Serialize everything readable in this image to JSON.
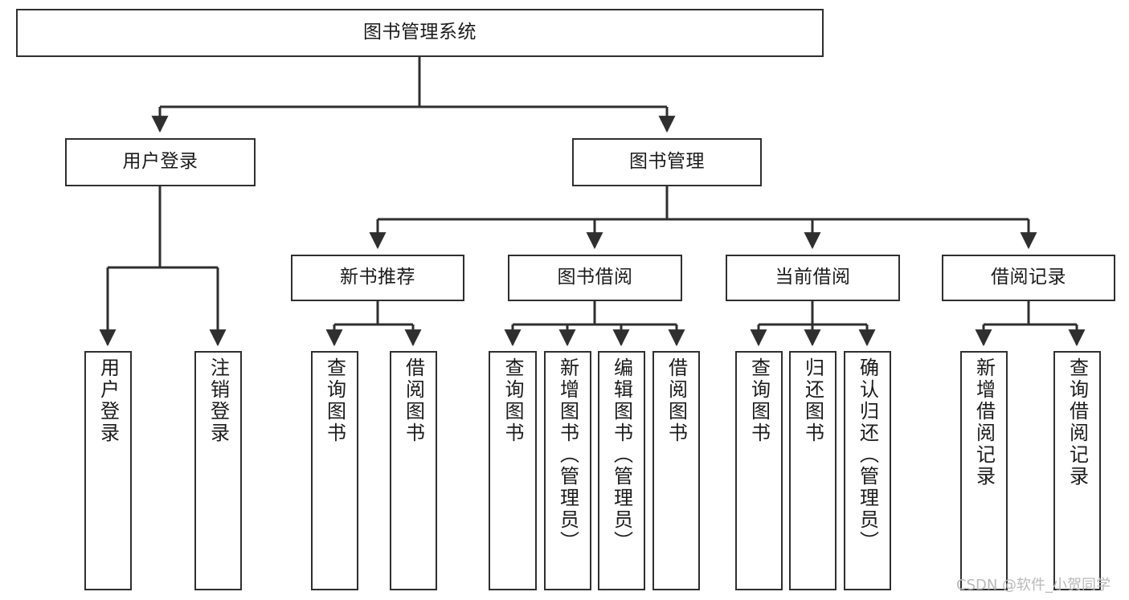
{
  "diagram": {
    "type": "tree",
    "title": "图书管理系统",
    "watermark": "CSDN @软件_小贺同学",
    "colors": {
      "border": "#2f2f2f",
      "background": "#ffffff",
      "text": "#1b1b1b",
      "watermark": "#b9b9b9"
    },
    "nodes": {
      "root": {
        "label": "图书管理系统",
        "level": 1
      },
      "user_login": {
        "label": "用户登录",
        "level": 2
      },
      "book_manage": {
        "label": "图书管理",
        "level": 2
      },
      "new_book_rec": {
        "label": "新书推荐",
        "level": 3
      },
      "book_borrow": {
        "label": "图书借阅",
        "level": 3
      },
      "current_borrow": {
        "label": "当前借阅",
        "level": 3
      },
      "borrow_record": {
        "label": "借阅记录",
        "level": 3
      },
      "leaf_user_login": {
        "label": "用户登录",
        "level": 4
      },
      "leaf_logout": {
        "label": "注销登录",
        "level": 4
      },
      "leaf_query_book_1": {
        "label": "查询图书",
        "level": 4
      },
      "leaf_borrow_book_1": {
        "label": "借阅图书",
        "level": 4
      },
      "leaf_query_book_2": {
        "label": "查询图书",
        "level": 4
      },
      "leaf_add_book": {
        "label": "新增图书（管理员）",
        "level": 4
      },
      "leaf_edit_book": {
        "label": "编辑图书（管理员）",
        "level": 4
      },
      "leaf_borrow_book_2": {
        "label": "借阅图书",
        "level": 4
      },
      "leaf_query_book_3": {
        "label": "查询图书",
        "level": 4
      },
      "leaf_return_book": {
        "label": "归还图书",
        "level": 4
      },
      "leaf_confirm_return": {
        "label": "确认归还（管理员）",
        "level": 4
      },
      "leaf_add_record": {
        "label": "新增借阅记录",
        "level": 4
      },
      "leaf_query_record": {
        "label": "查询借阅记录",
        "level": 4
      }
    },
    "edges": [
      {
        "from": "root",
        "to": "user_login"
      },
      {
        "from": "root",
        "to": "book_manage"
      },
      {
        "from": "book_manage",
        "to": "new_book_rec"
      },
      {
        "from": "book_manage",
        "to": "book_borrow"
      },
      {
        "from": "book_manage",
        "to": "current_borrow"
      },
      {
        "from": "book_manage",
        "to": "borrow_record"
      },
      {
        "from": "user_login",
        "to": "leaf_user_login"
      },
      {
        "from": "user_login",
        "to": "leaf_logout"
      },
      {
        "from": "new_book_rec",
        "to": "leaf_query_book_1"
      },
      {
        "from": "new_book_rec",
        "to": "leaf_borrow_book_1"
      },
      {
        "from": "book_borrow",
        "to": "leaf_query_book_2"
      },
      {
        "from": "book_borrow",
        "to": "leaf_add_book"
      },
      {
        "from": "book_borrow",
        "to": "leaf_edit_book"
      },
      {
        "from": "book_borrow",
        "to": "leaf_borrow_book_2"
      },
      {
        "from": "current_borrow",
        "to": "leaf_query_book_3"
      },
      {
        "from": "current_borrow",
        "to": "leaf_return_book"
      },
      {
        "from": "current_borrow",
        "to": "leaf_confirm_return"
      },
      {
        "from": "borrow_record",
        "to": "leaf_add_record"
      },
      {
        "from": "borrow_record",
        "to": "leaf_query_record"
      }
    ]
  }
}
